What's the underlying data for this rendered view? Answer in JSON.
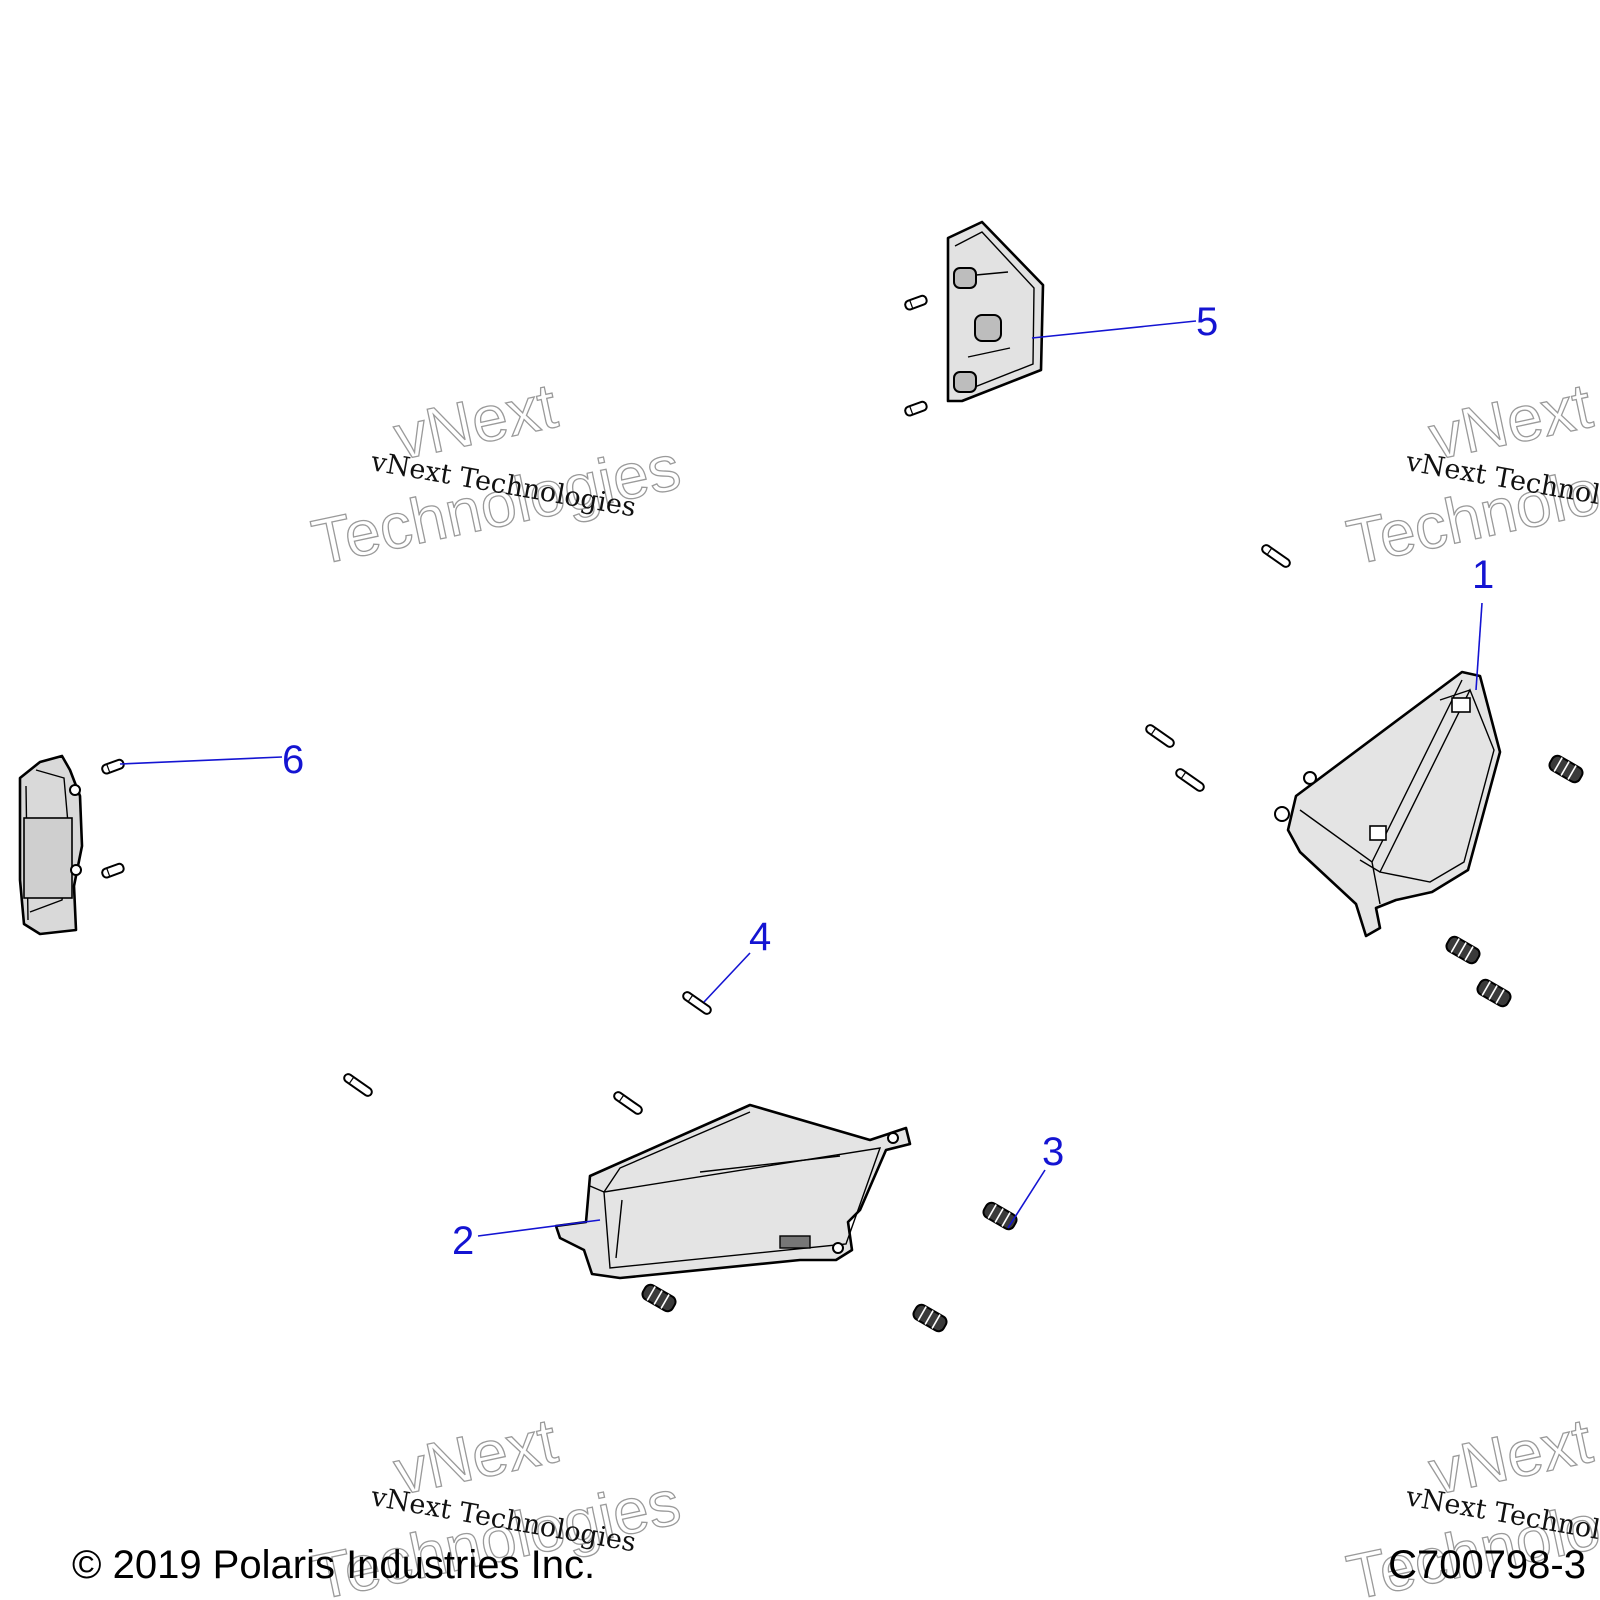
{
  "callouts": [
    {
      "id": "1",
      "label": "1"
    },
    {
      "id": "2",
      "label": "2"
    },
    {
      "id": "3",
      "label": "3"
    },
    {
      "id": "4",
      "label": "4"
    },
    {
      "id": "5",
      "label": "5"
    },
    {
      "id": "6",
      "label": "6"
    }
  ],
  "watermark": {
    "line1": "vNext Technologies",
    "outline_word1": "vNext",
    "outline_word2": "Technologies"
  },
  "footer": {
    "copyright": "© 2019 Polaris Industries Inc.",
    "drawing_number": "C700798-3"
  },
  "colors": {
    "callout": "#1414d2",
    "part_fill": "#e2e2e2",
    "part_fill_dark": "#cfcfcf",
    "watermark_outline": "#9a9a9a"
  }
}
